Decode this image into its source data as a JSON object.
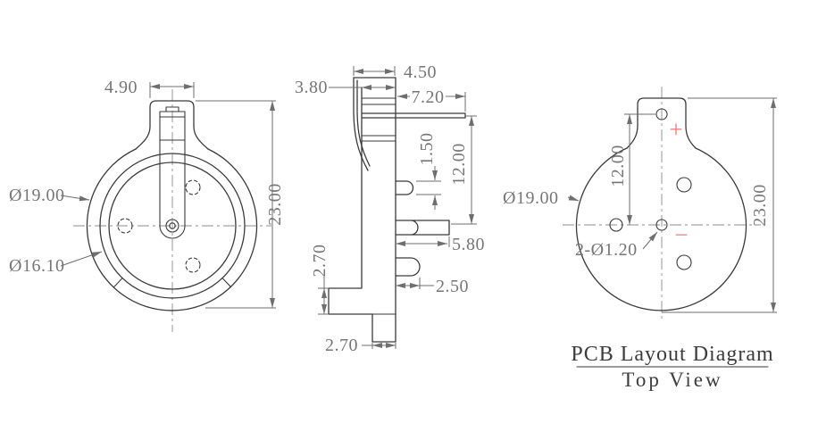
{
  "colors": {
    "outline": "#3a3a3a",
    "dim": "#6e6e6e",
    "text": "#767676",
    "center": "#8c8c8c",
    "red": "#ea8383",
    "title": "#3c3c3c"
  },
  "front_view": {
    "dim_tab_width": "4.90",
    "dim_overall_height": "23.00",
    "label_outer_diameter": "Ø19.00",
    "label_ring_diameter": "Ø16.10"
  },
  "side_view": {
    "dim_total_depth": "4.50",
    "dim_body_depth": "3.80",
    "dim_top_pin_length": "7.20",
    "dim_pin_thickness": "1.50",
    "dim_pin_span": "12.00",
    "dim_mid_pin_length": "5.80",
    "dim_bottom_pin_length": "2.50",
    "dim_foot_height": "2.70",
    "dim_peg_width": "2.70"
  },
  "pcb_view": {
    "dim_hole_pitch": "12.00",
    "dim_overall_height": "23.00",
    "label_outline_diameter": "Ø19.00",
    "label_hole_spec": "2-Ø1.20",
    "polarity_positive": "+",
    "polarity_negative": "−"
  },
  "caption": {
    "line1": "PCB Layout Diagram",
    "line2": "Top View"
  }
}
